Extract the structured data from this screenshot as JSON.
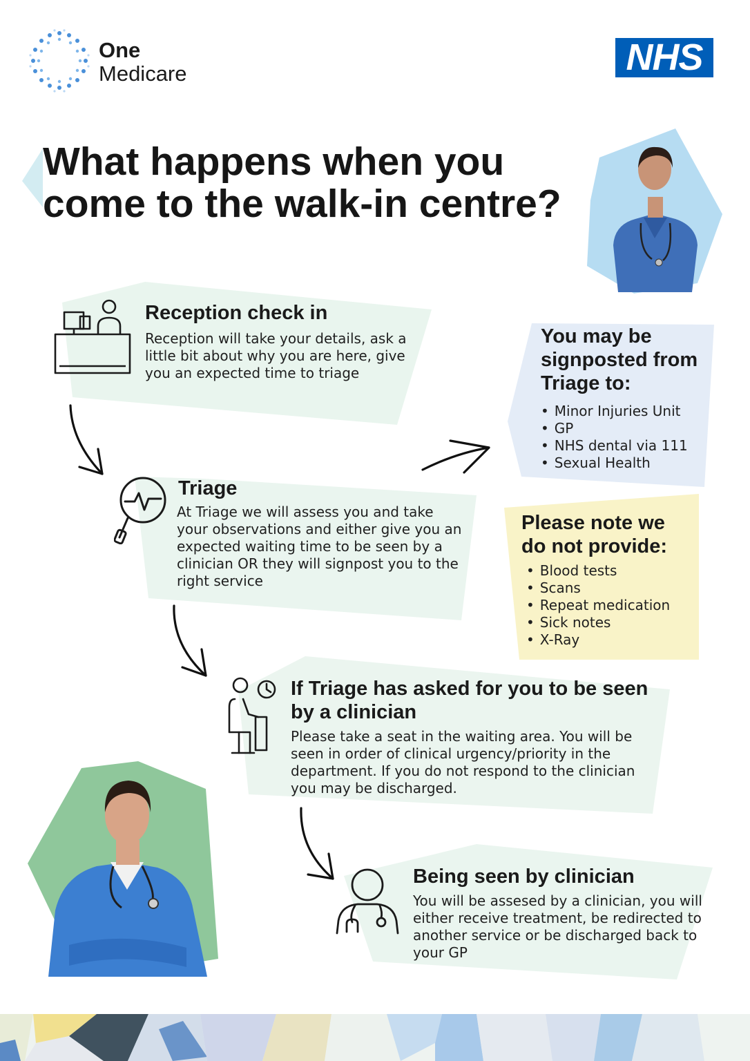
{
  "header": {
    "brand_line1": "One",
    "brand_line2": "Medicare",
    "nhs_logo_text": "NHS"
  },
  "title": "What happens when you come to the walk-in centre?",
  "steps": [
    {
      "title": "Reception check in",
      "body": "Reception will take your details, ask a little bit about why you are here, give you an expected time to triage",
      "icon": "reception-desk-icon"
    },
    {
      "title": "Triage",
      "body": "At Triage we will assess you and take your observations and either give you an expected waiting time to be seen by a clinician OR they will signpost you to the right service",
      "icon": "magnifier-heartbeat-icon"
    },
    {
      "title": "If Triage has asked for you to be seen by a clinician",
      "body": "Please take a seat in the waiting area. You will be seen in order of clinical urgency/priority in the department. If you do not respond to the clinician you may be discharged.",
      "icon": "seated-person-clock-icon"
    },
    {
      "title": "Being seen by clinician",
      "body": "You will be assesed by a clinician, you will either receive treatment, be redirected to another service or be discharged back to your GP",
      "icon": "doctor-stethoscope-icon"
    }
  ],
  "signposted": {
    "title": "You may be signposted from Triage to:",
    "items": [
      "Minor Injuries Unit",
      "GP",
      "NHS dental via 111",
      "Sexual Health"
    ]
  },
  "not_provided": {
    "title": "Please note we do not provide:",
    "items": [
      "Blood tests",
      "Scans",
      "Repeat medication",
      "Sick notes",
      "X-Ray"
    ]
  },
  "colors": {
    "nhs_blue": "#005eb8",
    "mint_panel": "#e9f5ee",
    "blue_panel": "#e4ecf7",
    "yellow_panel": "#f9f3c8",
    "photo_bg_blue": "#b6dcf2",
    "photo_bg_green": "#8fc79b"
  }
}
